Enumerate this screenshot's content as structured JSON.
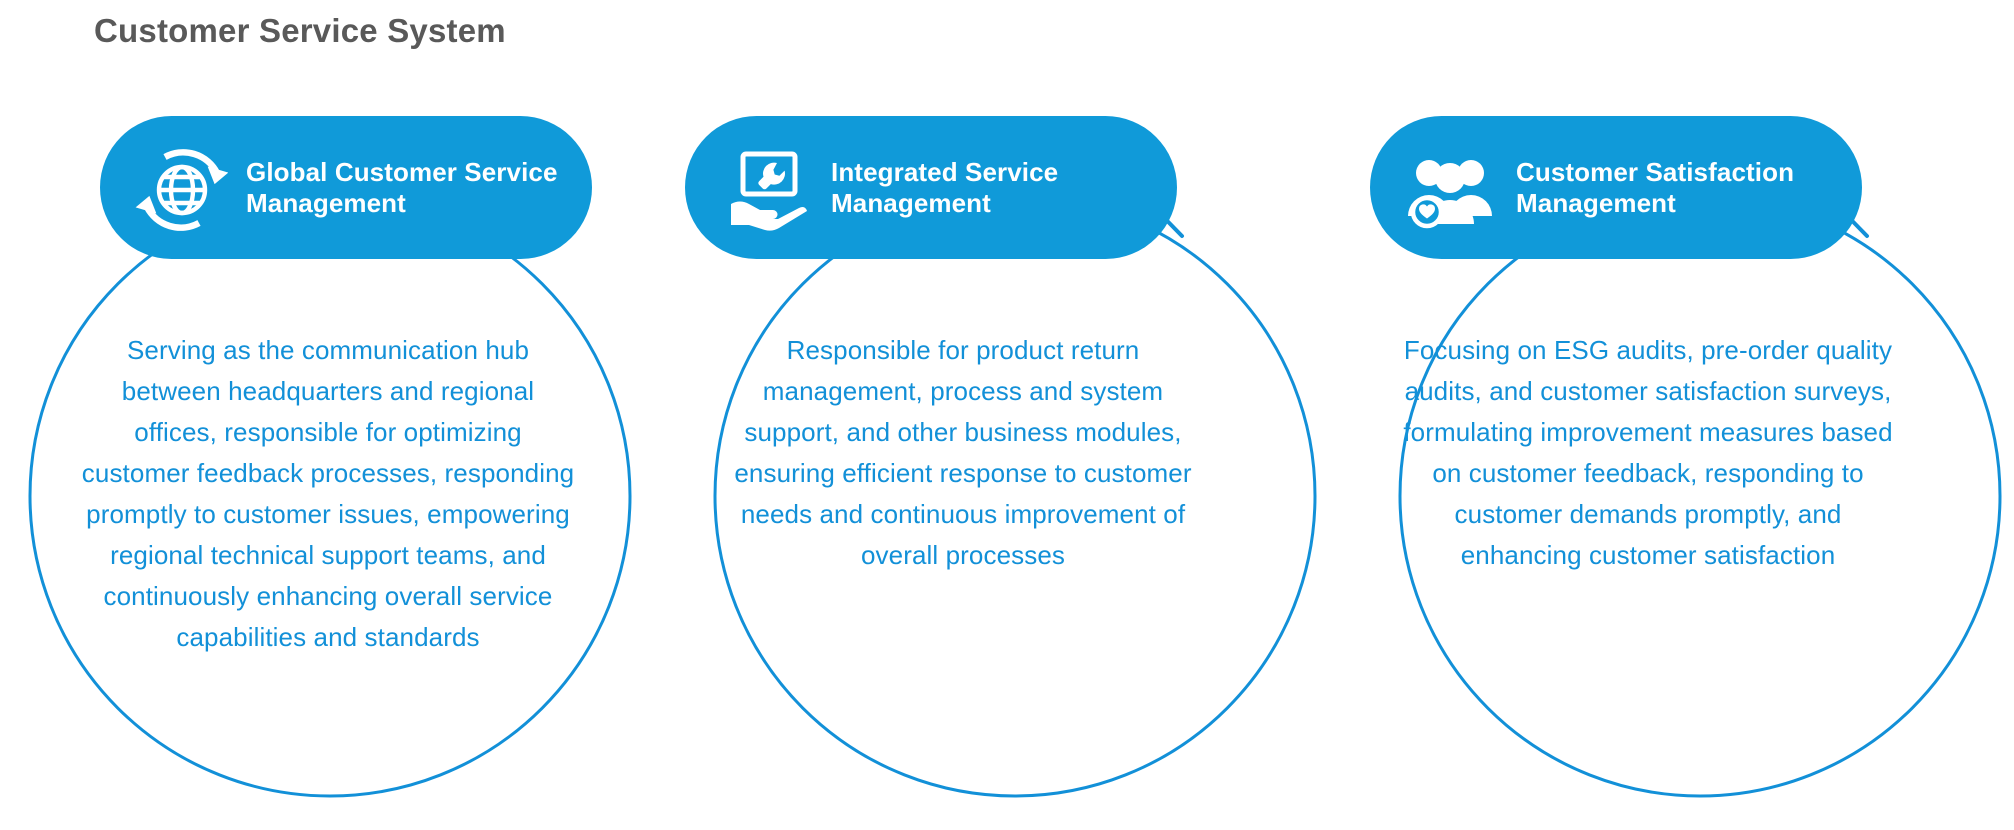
{
  "page": {
    "title": "Customer Service System",
    "title_color": "#595959",
    "accent_color": "#109ad9",
    "text_color": "#1290d8",
    "background": "#ffffff"
  },
  "cards": [
    {
      "icon": "globe-refresh-icon",
      "title": "Global Customer Service Management",
      "body": "Serving as the communication hub between headquarters and regional offices, responsible for optimizing customer feedback processes, responding promptly to customer issues, empowering regional technical support teams, and continuously enhancing overall service capabilities and standards"
    },
    {
      "icon": "hand-screen-wrench-icon",
      "title": "Integrated Service Management",
      "body": "Responsible for product return management, process and system support, and other business modules, ensuring efficient response to customer needs and continuous improvement of overall processes"
    },
    {
      "icon": "people-heart-icon",
      "title": "Customer Satisfaction Management",
      "body": "Focusing on ESG audits, pre-order quality audits, and customer satisfaction surveys, formulating improvement measures based on customer feedback, responding to customer demands promptly, and enhancing customer satisfaction"
    }
  ]
}
